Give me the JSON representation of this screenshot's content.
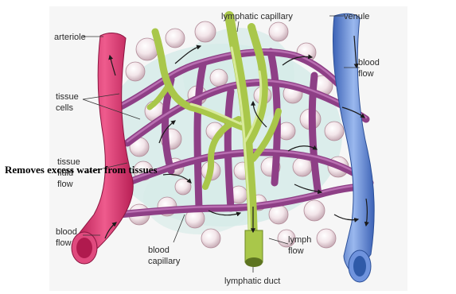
{
  "labels": {
    "arteriole": "arteriole",
    "lymphatic_capillary": "lymphatic capillary",
    "venule": "venule",
    "tissue_cells_1": "tissue",
    "tissue_cells_2": "cells",
    "blood_flow_right_1": "blood",
    "blood_flow_right_2": "flow",
    "tissue_fluid_flow_1": "tissue",
    "tissue_fluid_flow_2": "fluid",
    "tissue_fluid_flow_3": "flow",
    "blood_flow_left_1": "blood",
    "blood_flow_left_2": "flow",
    "blood_capillary_1": "blood",
    "blood_capillary_2": "capillary",
    "lymph_flow_1": "lymph",
    "lymph_flow_2": "flow",
    "lymphatic_duct": "lymphatic duct"
  },
  "overlay_text": "Removes excess water from tissues",
  "colors": {
    "arteriole": "#d8336f",
    "venule": "#5f86d9",
    "capillary": "#8e3f86",
    "lymphatic": "#a9c74a",
    "tissue_cell": "#efdde3",
    "fluid_halo": "#cfe7e4"
  }
}
